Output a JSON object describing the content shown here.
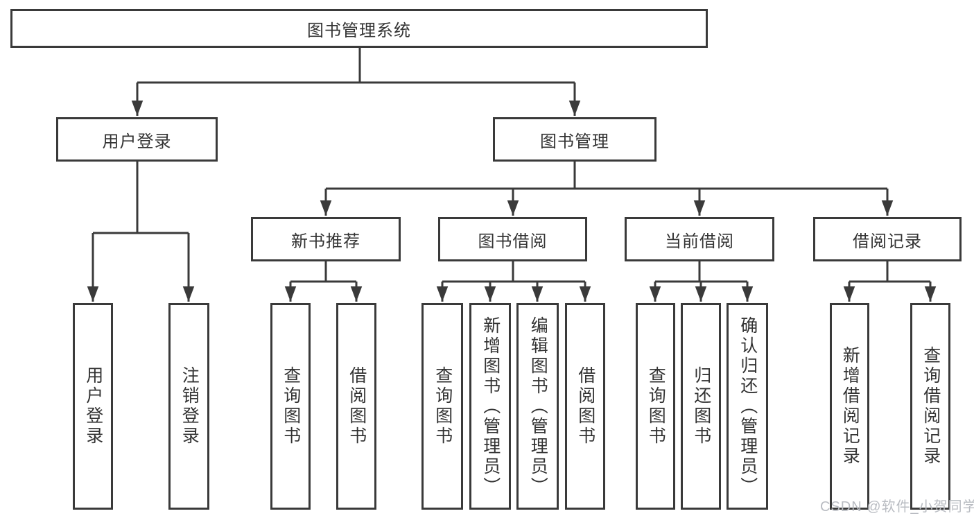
{
  "diagram": {
    "root": {
      "label": "图书管理系统"
    },
    "user_login": {
      "label": "用户登录",
      "children": [
        "用户登录",
        "注销登录"
      ]
    },
    "book_mgmt": {
      "label": "图书管理",
      "sections": [
        {
          "label": "新书推荐",
          "children": [
            "查询图书",
            "借阅图书"
          ]
        },
        {
          "label": "图书借阅",
          "children": [
            "查询图书",
            "新增图书（管理员）",
            "编辑图书（管理员）",
            "借阅图书"
          ]
        },
        {
          "label": "当前借阅",
          "children": [
            "查询图书",
            "归还图书",
            "确认归还（管理员）"
          ]
        },
        {
          "label": "借阅记录",
          "children": [
            "新增借阅记录",
            "查询借阅记录"
          ]
        }
      ]
    }
  },
  "watermark": {
    "text": "CSDN @软件_小贺同学"
  },
  "colors": {
    "line": "#3a3a3a",
    "text": "#333333",
    "watermark": "#b9bcc2",
    "background": "#ffffff"
  }
}
